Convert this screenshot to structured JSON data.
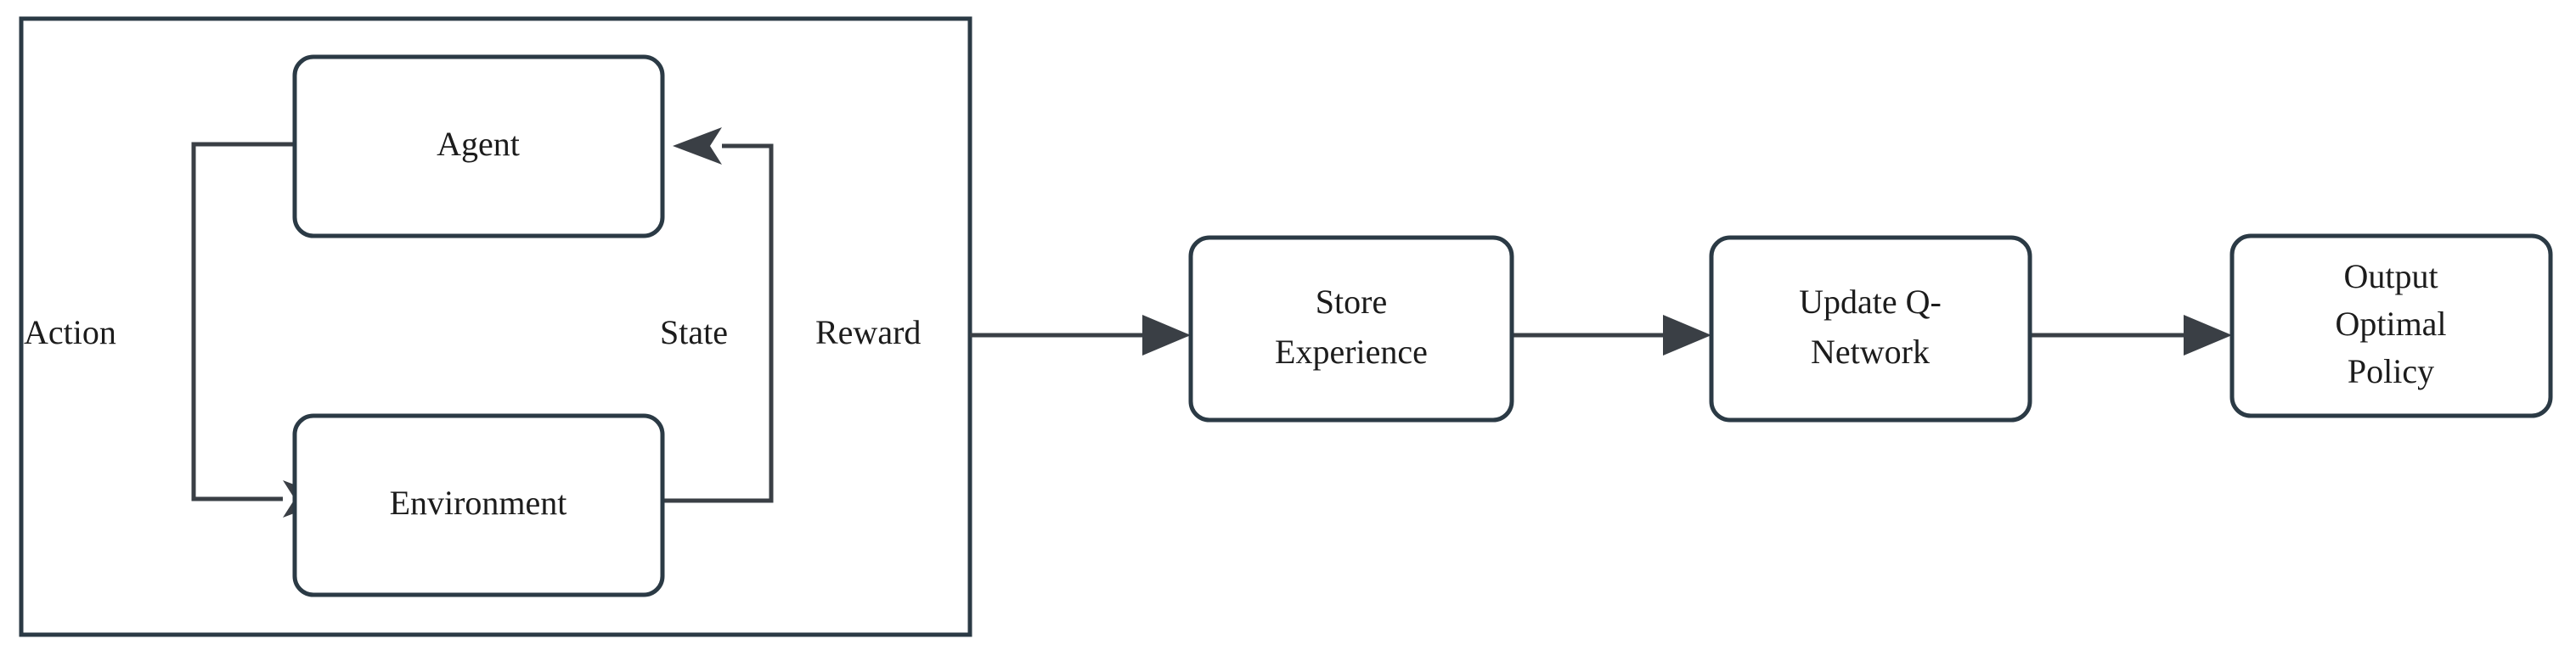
{
  "diagram": {
    "type": "flowchart",
    "title": "",
    "background_color": "#ffffff",
    "stroke_color": "#2b3a45",
    "line_color": "#3a3f45",
    "text_color": "#1c1c1c",
    "container": {
      "name": "rl-loop-container",
      "label": ""
    },
    "nodes": [
      {
        "id": "agent",
        "label": "Agent",
        "lines": [
          "Agent"
        ]
      },
      {
        "id": "environment",
        "label": "Environment",
        "lines": [
          "Environment"
        ]
      },
      {
        "id": "store",
        "label": "Store Experience",
        "lines": [
          "Store",
          "Experience"
        ]
      },
      {
        "id": "update",
        "label": "Update Q-Network",
        "lines": [
          "Update Q-",
          "Network"
        ]
      },
      {
        "id": "output",
        "label": "Output Optimal Policy",
        "lines": [
          "Output",
          "Optimal",
          "Policy"
        ]
      }
    ],
    "edge_labels": [
      {
        "id": "action",
        "label": "Action"
      },
      {
        "id": "state",
        "label": "State"
      },
      {
        "id": "reward",
        "label": "Reward"
      }
    ],
    "edges": [
      {
        "from": "agent",
        "to": "environment",
        "label": "Action",
        "arrow": true
      },
      {
        "from": "environment",
        "to": "agent",
        "label": "State",
        "arrow": true
      },
      {
        "from": "environment",
        "to": "store",
        "label": "Reward",
        "arrow": true
      },
      {
        "from": "store",
        "to": "update",
        "label": "",
        "arrow": true
      },
      {
        "from": "update",
        "to": "output",
        "label": "",
        "arrow": true
      }
    ]
  }
}
